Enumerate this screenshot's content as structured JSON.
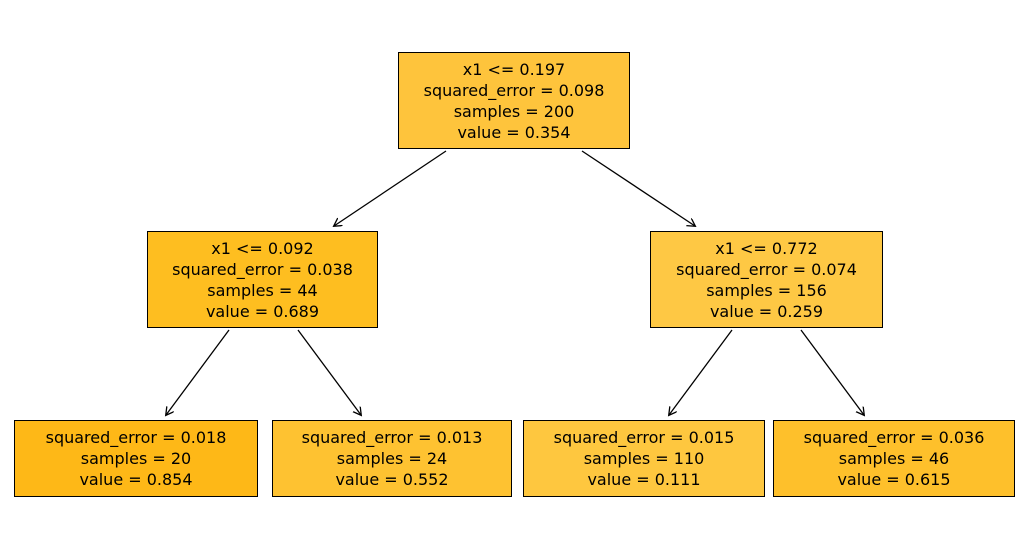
{
  "figure": {
    "background_color": "#ffffff",
    "node_border_color": "#000000",
    "text_color": "#000000",
    "edge_color": "#000000"
  },
  "tree": {
    "nodes": [
      {
        "id": "root",
        "depth": 0,
        "fill": "#fec43c",
        "lines": [
          "x1 <= 0.197",
          "squared_error = 0.098",
          "samples = 200",
          "value = 0.354"
        ]
      },
      {
        "id": "left-internal",
        "depth": 1,
        "fill": "#febe20",
        "lines": [
          "x1 <= 0.092",
          "squared_error = 0.038",
          "samples = 44",
          "value = 0.689"
        ]
      },
      {
        "id": "right-internal",
        "depth": 1,
        "fill": "#fec844",
        "lines": [
          "x1 <= 0.772",
          "squared_error = 0.074",
          "samples = 156",
          "value = 0.259"
        ]
      },
      {
        "id": "leaf-1",
        "depth": 2,
        "fill": "#feb817",
        "lines": [
          "squared_error = 0.018",
          "samples = 20",
          "value = 0.854"
        ]
      },
      {
        "id": "leaf-2",
        "depth": 2,
        "fill": "#fec231",
        "lines": [
          "squared_error = 0.013",
          "samples = 24",
          "value = 0.552"
        ]
      },
      {
        "id": "leaf-3",
        "depth": 2,
        "fill": "#fec73f",
        "lines": [
          "squared_error = 0.015",
          "samples = 110",
          "value = 0.111"
        ]
      },
      {
        "id": "leaf-4",
        "depth": 2,
        "fill": "#fec02b",
        "lines": [
          "squared_error = 0.036",
          "samples = 46",
          "value = 0.615"
        ]
      }
    ],
    "edges": [
      {
        "from": "root",
        "to": "left-internal"
      },
      {
        "from": "root",
        "to": "right-internal"
      },
      {
        "from": "left-internal",
        "to": "leaf-1"
      },
      {
        "from": "left-internal",
        "to": "leaf-2"
      },
      {
        "from": "right-internal",
        "to": "leaf-3"
      },
      {
        "from": "right-internal",
        "to": "leaf-4"
      }
    ]
  }
}
